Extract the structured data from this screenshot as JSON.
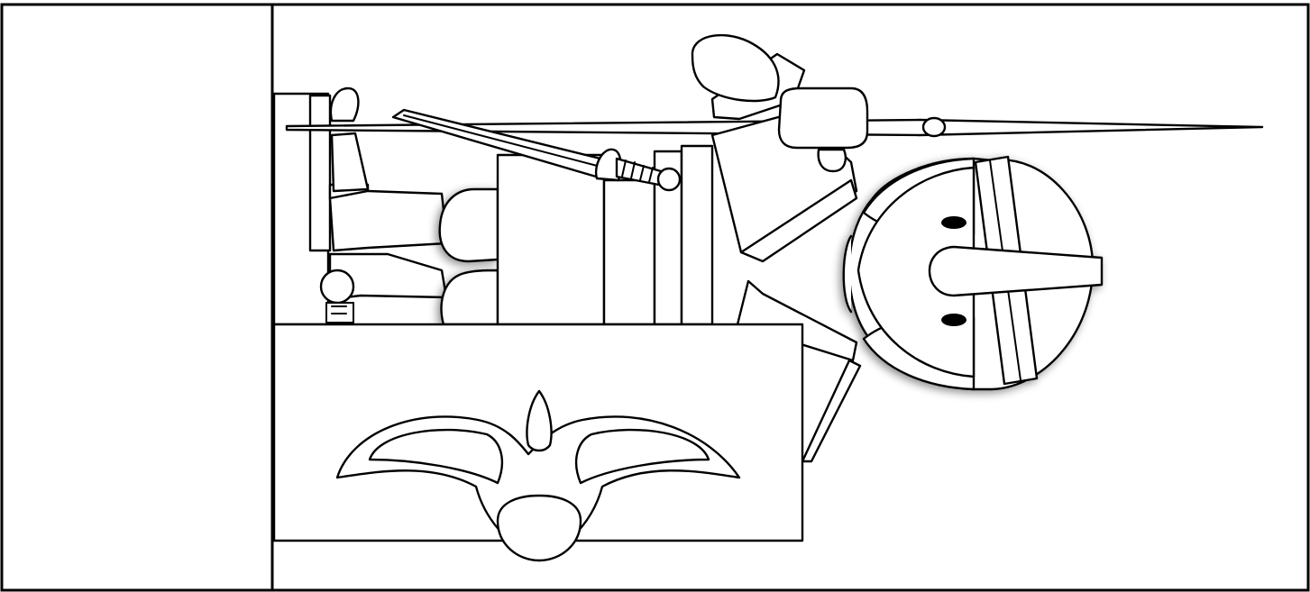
{
  "artwork": {
    "subject": "coloring-page-soldier",
    "fill_color": "#ffffff",
    "line_color": "#000000"
  },
  "panels": {
    "left": {
      "kind": "empty-panel"
    },
    "right": {
      "kind": "illustration-panel"
    }
  }
}
